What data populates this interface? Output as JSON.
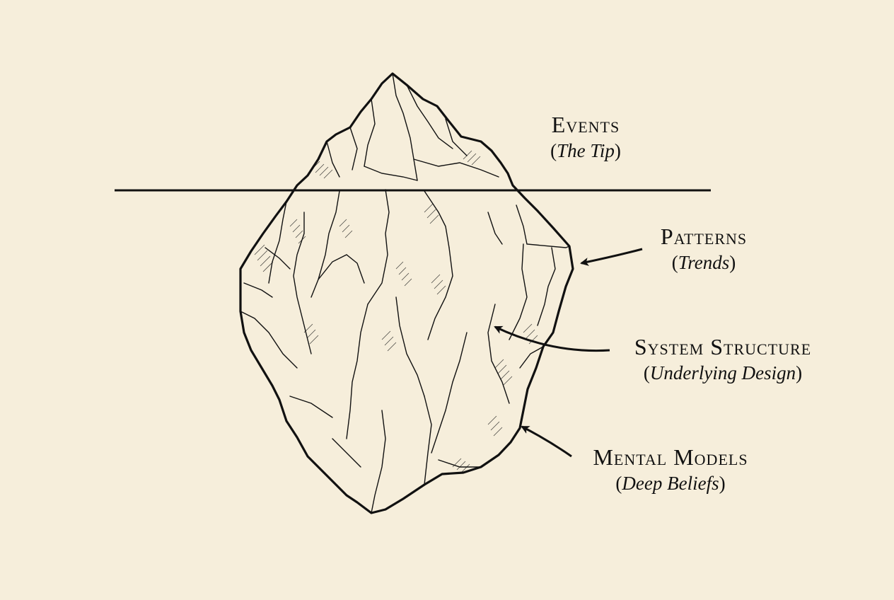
{
  "colors": {
    "background": "#f6eedb",
    "ink": "#111111"
  },
  "labels": {
    "events": {
      "title": "Events",
      "subtitle": "The Tip"
    },
    "patterns": {
      "title": "Patterns",
      "subtitle": "Trends"
    },
    "system_structure": {
      "title": "System Structure",
      "subtitle": "Underlying Design"
    },
    "mental_models": {
      "title": "Mental Models",
      "subtitle": "Deep Beliefs"
    }
  }
}
